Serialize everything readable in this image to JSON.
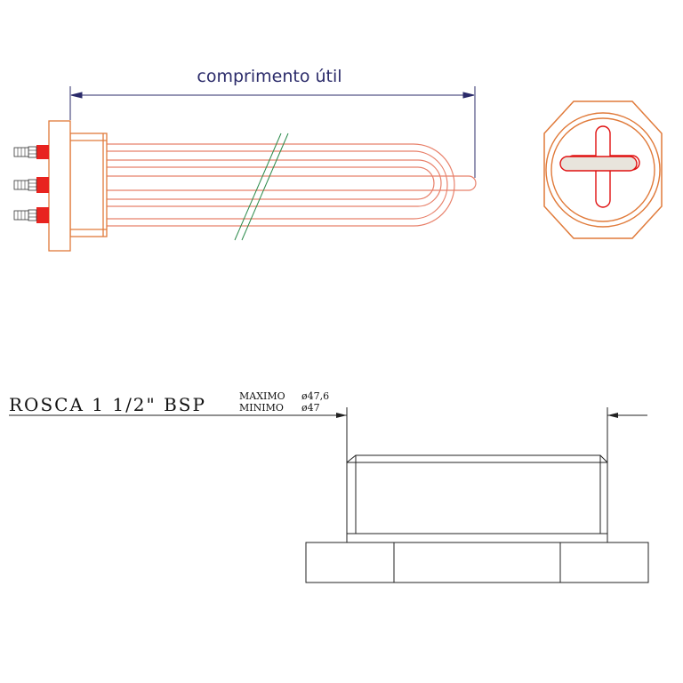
{
  "heater": {
    "dimension_label": "comprimento útil",
    "colors": {
      "copper": "#e07a3a",
      "element": "#e8806a",
      "dimension": "#2b2b6a",
      "break": "#2a8a4a",
      "terminal_red": "#e8231f",
      "cross": "#e01010",
      "slot_fill": "#e8e4dc"
    }
  },
  "thread_detail": {
    "thread_label": "ROSCA 1 1/2\" BSP",
    "max_label": "MAXIMO",
    "max_value": "ø47,6",
    "min_label": "MINIMO",
    "min_value": "ø47"
  }
}
